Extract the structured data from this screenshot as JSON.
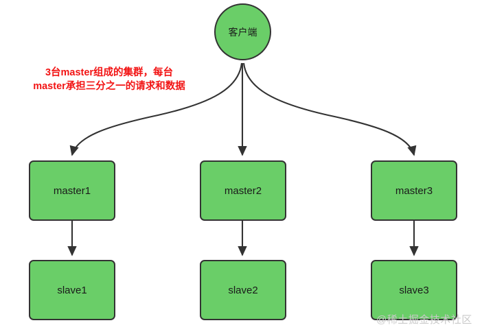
{
  "diagram": {
    "title_node": {
      "label": "客户端",
      "shape": "circle"
    },
    "annotation": {
      "text": "3台master组成的集群，每台\nmaster承担三分之一的请求和数据",
      "color": "#F21414"
    },
    "watermark": "@稀土掘金技术社区",
    "colors": {
      "node_fill": "#6ACE68",
      "node_stroke": "#333333",
      "edge": "#333333",
      "annotation": "#F21414",
      "watermark": "#c9c9c9",
      "background": "#ffffff"
    },
    "masters": [
      {
        "label": "master1"
      },
      {
        "label": "master2"
      },
      {
        "label": "master3"
      }
    ],
    "slaves": [
      {
        "label": "slave1"
      },
      {
        "label": "slave2"
      },
      {
        "label": "slave3"
      }
    ]
  }
}
